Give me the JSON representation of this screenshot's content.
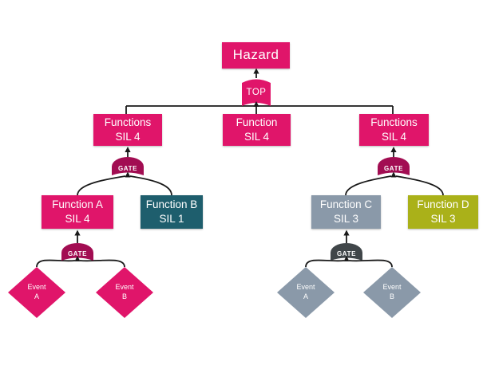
{
  "diagram": {
    "hazard": {
      "label": "Hazard"
    },
    "top_gate": {
      "label": "TOP"
    },
    "functions_left": {
      "label": "Functions",
      "sil": "SIL 4"
    },
    "function_mid": {
      "label": "Function",
      "sil": "SIL 4"
    },
    "functions_right": {
      "label": "Functions",
      "sil": "SIL 4"
    },
    "gate_left": {
      "label": "GATE"
    },
    "gate_right": {
      "label": "GATE"
    },
    "function_a": {
      "label": "Function A",
      "sil": "SIL 4"
    },
    "function_b": {
      "label": "Function B",
      "sil": "SIL 1"
    },
    "function_c": {
      "label": "Function C",
      "sil": "SIL 3"
    },
    "function_d": {
      "label": "Function D",
      "sil": "SIL 3"
    },
    "gate_sub_left": {
      "label": "GATE"
    },
    "gate_sub_right": {
      "label": "GATE"
    },
    "event_left_a": {
      "label": "Event",
      "id": "A"
    },
    "event_left_b": {
      "label": "Event",
      "id": "B"
    },
    "event_right_a": {
      "label": "Event",
      "id": "A"
    },
    "event_right_b": {
      "label": "Event",
      "id": "B"
    }
  },
  "colors": {
    "pink": "#E0156A",
    "dark_pink": "#A20D52",
    "teal": "#1E5E6D",
    "slate": "#8A99A9",
    "dark_slate": "#404649",
    "olive": "#AAB119",
    "connector": "#1A1A1A",
    "text": "#FFFFFF"
  }
}
